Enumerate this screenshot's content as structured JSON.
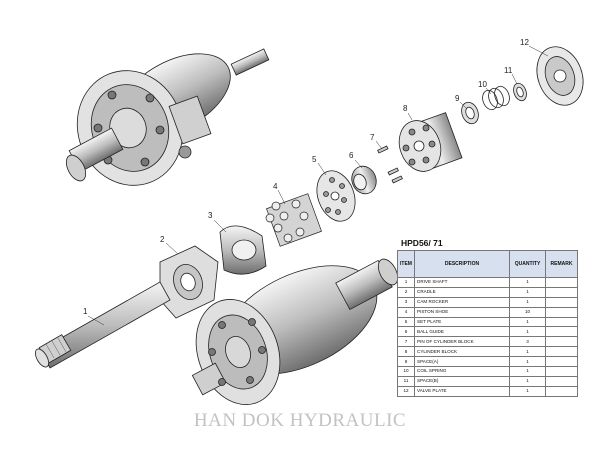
{
  "diagram": {
    "callouts": [
      "1",
      "2",
      "3",
      "4",
      "5",
      "6",
      "7",
      "8",
      "9",
      "10",
      "11",
      "12"
    ]
  },
  "parts_table": {
    "title": "HPD56/ 71",
    "headers": {
      "item": "ITEM",
      "description": "DESCRIPTION",
      "quantity": "QUANTITY",
      "remark": "REMARK"
    },
    "rows": [
      {
        "item": "1",
        "description": "DRIVE SHAFT",
        "quantity": "1",
        "remark": ""
      },
      {
        "item": "2",
        "description": "CRADLE",
        "quantity": "1",
        "remark": ""
      },
      {
        "item": "3",
        "description": "CAM ROCKER",
        "quantity": "1",
        "remark": ""
      },
      {
        "item": "4",
        "description": "PISTON SHOE",
        "quantity": "10",
        "remark": ""
      },
      {
        "item": "5",
        "description": "SET PLATE",
        "quantity": "1",
        "remark": ""
      },
      {
        "item": "6",
        "description": "BALL GUIDE",
        "quantity": "1",
        "remark": ""
      },
      {
        "item": "7",
        "description": "PIN OF CYLINDER BLOCK",
        "quantity": "3",
        "remark": ""
      },
      {
        "item": "8",
        "description": "CYLINDER BLOCK",
        "quantity": "1",
        "remark": ""
      },
      {
        "item": "9",
        "description": "SPACE(A)",
        "quantity": "1",
        "remark": ""
      },
      {
        "item": "10",
        "description": "COIL SPRING",
        "quantity": "1",
        "remark": ""
      },
      {
        "item": "11",
        "description": "SPACE(B)",
        "quantity": "1",
        "remark": ""
      },
      {
        "item": "12",
        "description": "VALVE PLATE",
        "quantity": "1",
        "remark": ""
      }
    ]
  },
  "watermark": "HAN DOK HYDRAULIC"
}
